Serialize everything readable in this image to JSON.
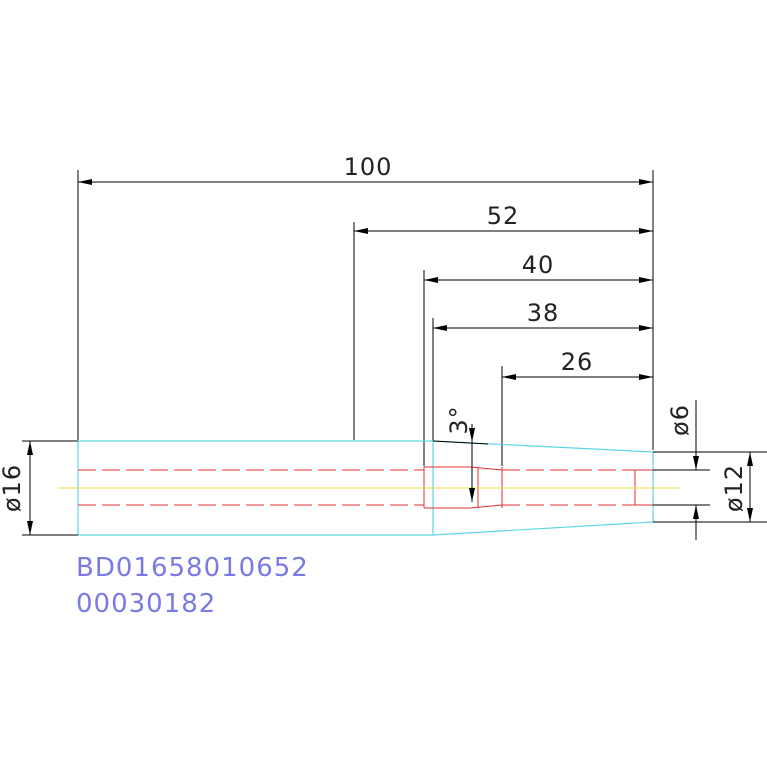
{
  "drawing": {
    "dimensions": {
      "overall_length": "100",
      "length_52": "52",
      "length_40": "40",
      "length_38": "38",
      "length_26": "26",
      "taper_angle": "3°",
      "dia_small_bore": "ø6",
      "dia_large_end": "ø16",
      "dia_small_end": "ø12"
    },
    "part_number": "BD01658010652",
    "drawing_number": "00030182"
  }
}
